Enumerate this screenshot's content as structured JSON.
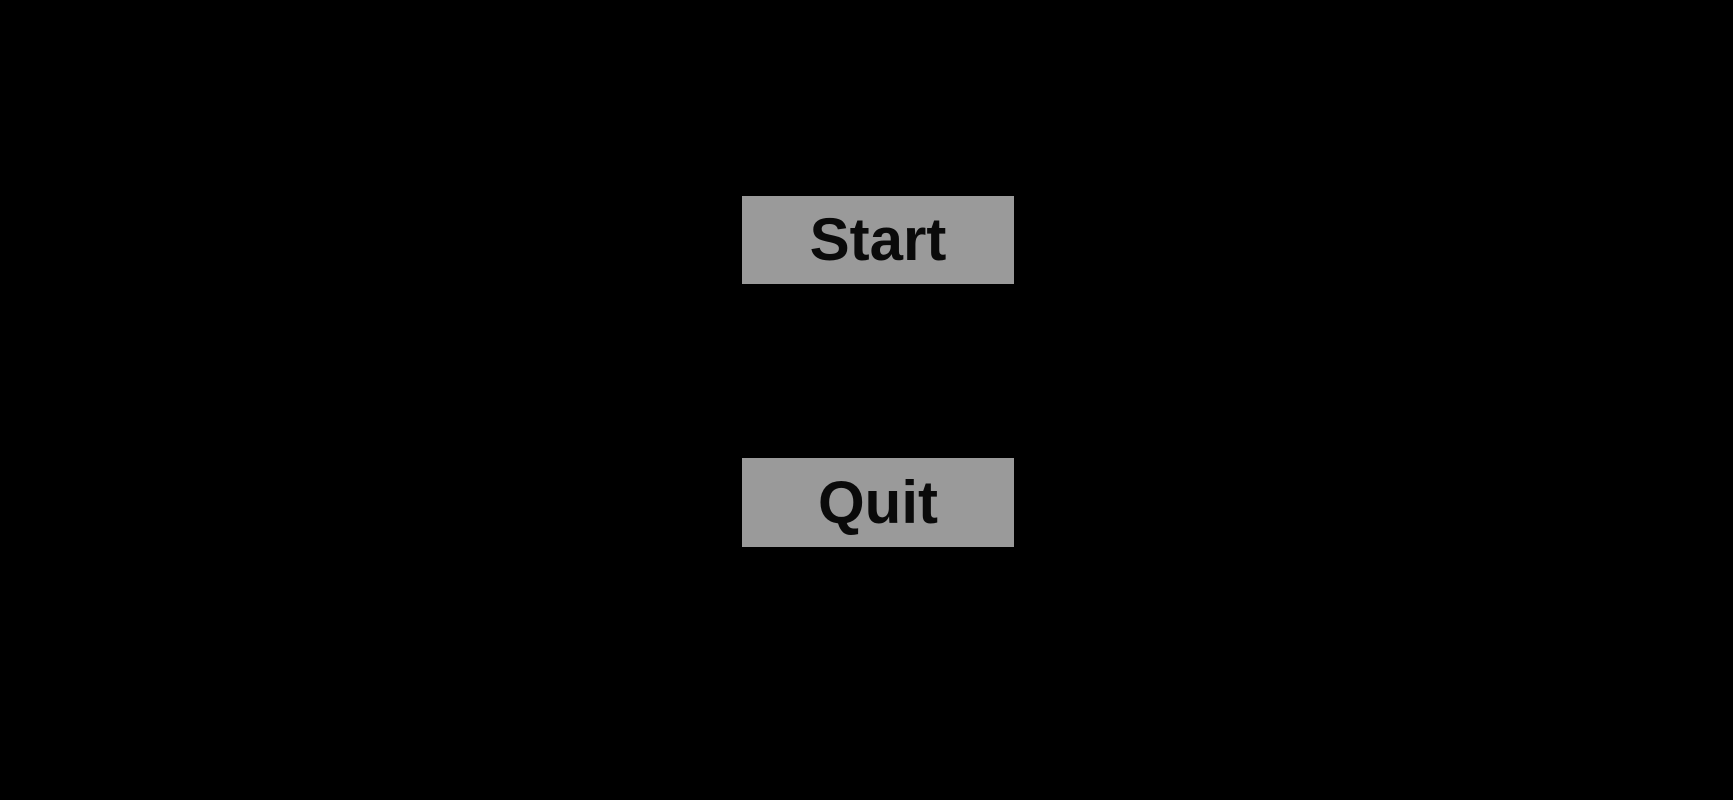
{
  "screen": {
    "background_color": "#000000"
  },
  "menu": {
    "button_color": "#9a9a9a",
    "text_color": "#0a0a0a",
    "buttons": [
      {
        "id": "start",
        "label": "Start"
      },
      {
        "id": "quit",
        "label": "Quit"
      }
    ]
  }
}
